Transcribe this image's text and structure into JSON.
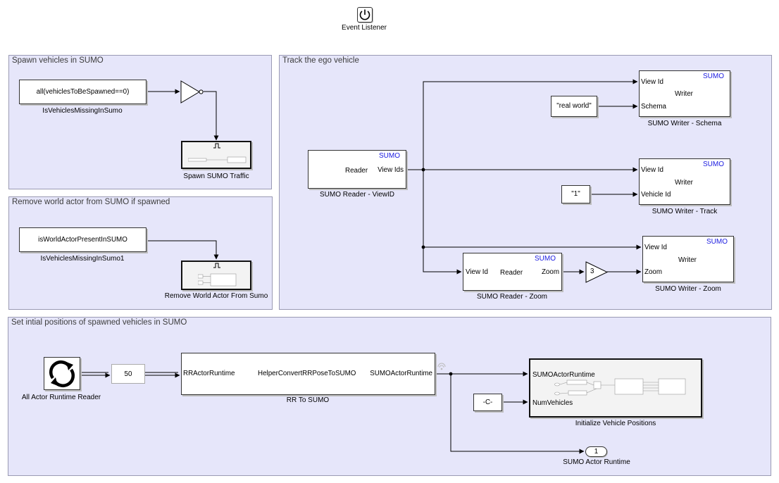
{
  "event_listener": {
    "label": "Event Listener"
  },
  "areas": {
    "spawn": "Spawn vehicles in SUMO",
    "remove": "Remove world actor from SUMO if spawned",
    "track": "Track the ego vehicle",
    "set": "Set intial positions of spawned vehicles in SUMO"
  },
  "spawn_area": {
    "cond_expr": "all(vehiclesToBeSpawned==0)",
    "cond_label": "IsVehiclesMissingInSumo",
    "spawn_label": "Spawn SUMO Traffic"
  },
  "remove_area": {
    "cond_expr": "isWorldActorPresentInSUMO",
    "cond_label": "IsVehiclesMissingInSumo1",
    "remove_label": "Remove World Actor From Sumo"
  },
  "track_area": {
    "sumo_tag": "SUMO",
    "reader_view": {
      "text": "Reader",
      "port": "View Ids",
      "label": "SUMO Reader - ViewID"
    },
    "writer_schema": {
      "port1": "View Id",
      "text": "Writer",
      "port2": "Schema",
      "label": "SUMO Writer - Schema"
    },
    "schema_const": "\"real world\"",
    "writer_track": {
      "port1": "View Id",
      "text": "Writer",
      "port2": "Vehicle Id",
      "label": "SUMO Writer - Track"
    },
    "track_const": "\"1\"",
    "reader_zoom": {
      "port_in": "View Id",
      "text": "Reader",
      "port_out": "Zoom",
      "label": "SUMO Reader - Zoom"
    },
    "gain_value": "3",
    "writer_zoom": {
      "port1": "View Id",
      "text": "Writer",
      "port2": "Zoom",
      "label": "SUMO Writer - Zoom"
    }
  },
  "set_area": {
    "runtime_reader_label": "All Actor Runtime Reader",
    "buffer_value": "50",
    "rr_in": "RRActorRuntime",
    "rr_text": "HelperConvertRRPoseToSUMO",
    "rr_out": "SUMOActorRuntime",
    "rr_label": "RR To SUMO",
    "init_port1": "SUMOActorRuntime",
    "init_port2": "NumVehicles",
    "init_label": "Initialize Vehicle Positions",
    "const_c": "-C-",
    "outport_num": "1",
    "outport_label": "SUMO Actor Runtime"
  },
  "colors": {
    "area_fill": "#e6e6fa",
    "sumo_text": "#1a1ae0"
  }
}
